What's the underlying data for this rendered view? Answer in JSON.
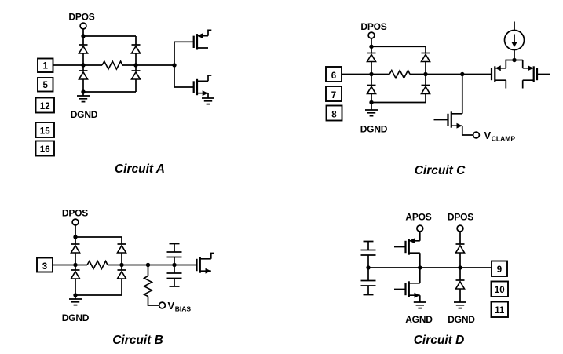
{
  "figure": {
    "background": "#ffffff",
    "line_color": "#000000"
  },
  "circuits": {
    "a": {
      "title": "Circuit A",
      "supply_label": "DPOS",
      "ground_label": "DGND",
      "pins": [
        "1",
        "5",
        "12",
        "15",
        "16"
      ]
    },
    "b": {
      "title": "Circuit B",
      "supply_label": "DPOS",
      "ground_label": "DGND",
      "pins": [
        "3"
      ],
      "bias_symbol": "V",
      "bias_subscript": "BIAS"
    },
    "c": {
      "title": "Circuit C",
      "supply_label": "DPOS",
      "ground_label": "DGND",
      "pins": [
        "6",
        "7",
        "8"
      ],
      "clamp_symbol": "V",
      "clamp_subscript": "CLAMP"
    },
    "d": {
      "title": "Circuit D",
      "analog_supply_label": "APOS",
      "digital_supply_label": "DPOS",
      "analog_ground_label": "AGND",
      "digital_ground_label": "DGND",
      "pins": [
        "9",
        "10",
        "11"
      ]
    }
  }
}
